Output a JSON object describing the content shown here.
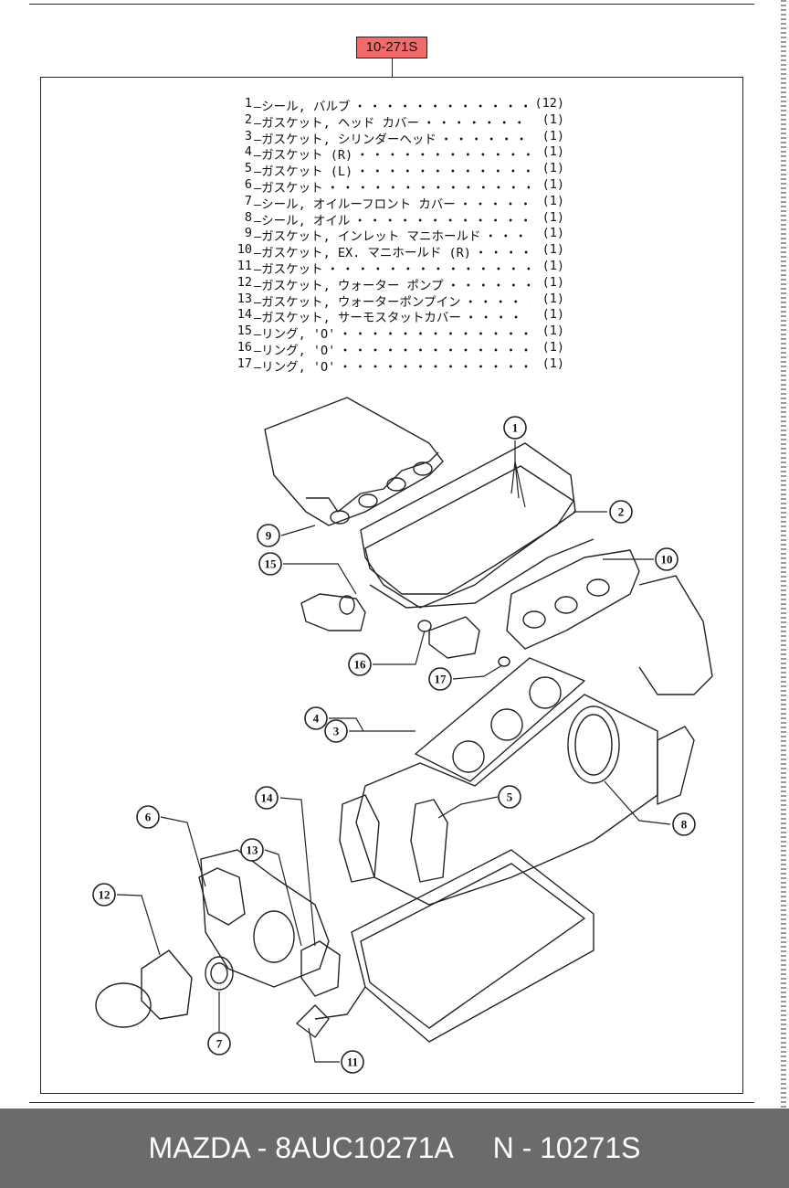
{
  "assembly_tag": "10-271S",
  "parts": [
    {
      "no": "1",
      "name": "シール, バルブ",
      "qty": "(12)"
    },
    {
      "no": "2",
      "name": "ガスケット, ヘッド カバー",
      "qty": "(1)"
    },
    {
      "no": "3",
      "name": "ガスケット, シリンダーヘッド",
      "qty": "(1)"
    },
    {
      "no": "4",
      "name": "ガスケット (R)",
      "qty": "(1)"
    },
    {
      "no": "5",
      "name": "ガスケット (L)",
      "qty": "(1)"
    },
    {
      "no": "6",
      "name": "ガスケット",
      "qty": "(1)"
    },
    {
      "no": "7",
      "name": "シール, オイルーフロント カバー",
      "qty": "(1)"
    },
    {
      "no": "8",
      "name": "シール, オイル",
      "qty": "(1)"
    },
    {
      "no": "9",
      "name": "ガスケット, インレット マニホールド",
      "qty": "(1)"
    },
    {
      "no": "10",
      "name": "ガスケット, EX. マニホールド (R)",
      "qty": "(1)"
    },
    {
      "no": "11",
      "name": "ガスケット",
      "qty": "(1)"
    },
    {
      "no": "12",
      "name": "ガスケット, ウォーター ポンプ",
      "qty": "(1)"
    },
    {
      "no": "13",
      "name": "ガスケット, ウォーターポンプイン",
      "qty": "(1)"
    },
    {
      "no": "14",
      "name": "ガスケット, サーモスタットカバー",
      "qty": "(1)"
    },
    {
      "no": "15",
      "name": "リング, 'O'",
      "qty": "(1)"
    },
    {
      "no": "16",
      "name": "リング, 'O'",
      "qty": "(1)"
    },
    {
      "no": "17",
      "name": "リング, 'O'",
      "qty": "(1)"
    }
  ],
  "callouts": [
    {
      "label": "1"
    },
    {
      "label": "2"
    },
    {
      "label": "3"
    },
    {
      "label": "4"
    },
    {
      "label": "5"
    },
    {
      "label": "6"
    },
    {
      "label": "7"
    },
    {
      "label": "8"
    },
    {
      "label": "9"
    },
    {
      "label": "10"
    },
    {
      "label": "11"
    },
    {
      "label": "12"
    },
    {
      "label": "13"
    },
    {
      "label": "14"
    },
    {
      "label": "15"
    },
    {
      "label": "16"
    },
    {
      "label": "17"
    }
  ],
  "footer": {
    "text": "MAZDA - 8AUC10271A     N - 10271S"
  },
  "colors": {
    "tag_fill": "#f26b6b",
    "footer_bg": "#6b6b6b",
    "footer_text": "#ffffff",
    "line": "#222222"
  }
}
